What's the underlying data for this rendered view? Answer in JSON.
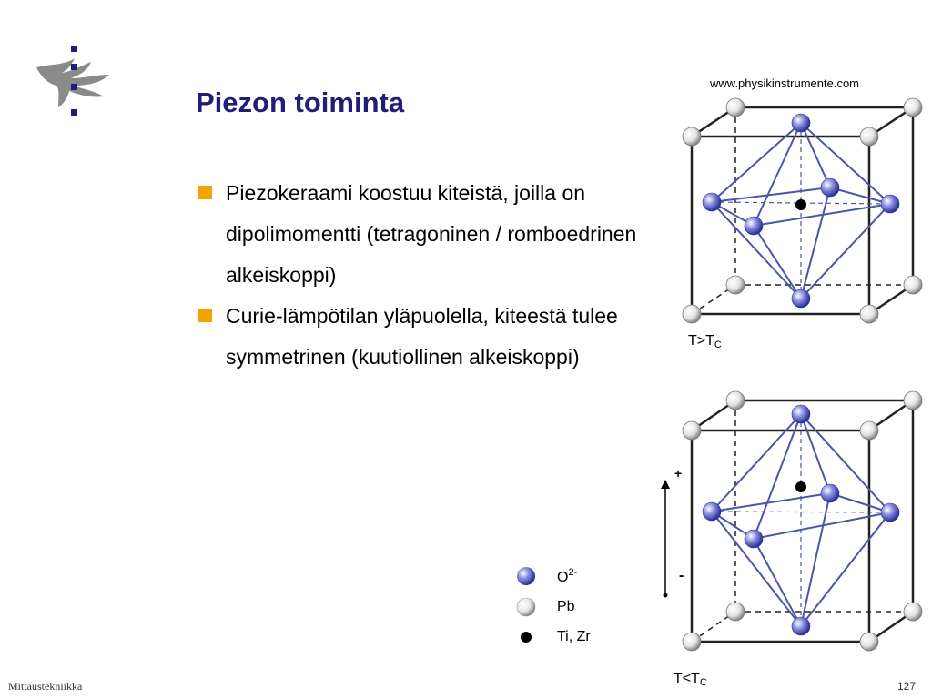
{
  "slide": {
    "title": "Piezon toiminta",
    "bullets": [
      {
        "text": "Piezokeraami koostuu kiteistä, joilla on dipolimomentti (tetragoninen / romboedrinen alkeiskoppi)"
      },
      {
        "text": "Curie-lämpötilan yläpuolella, kiteestä tulee symmetrinen (kuutiollinen alkeiskoppi)"
      }
    ],
    "bullet_color": "#f5a200",
    "title_color": "#1f1f7a"
  },
  "figure": {
    "source": "www.physikinstrumente.com",
    "top_label": {
      "main": "T>T",
      "sub": "C"
    },
    "bottom_label": {
      "main": "T<T",
      "sub": "C"
    },
    "plus_sign": "+",
    "minus_sign": "-"
  },
  "legend": {
    "items": [
      {
        "label": "O",
        "sup": "2-",
        "icon": "blue-sphere-icon"
      },
      {
        "label": "Pb",
        "sup": "",
        "icon": "white-sphere-icon"
      },
      {
        "label": "Ti, Zr",
        "sup": "",
        "icon": "black-dot-icon"
      }
    ]
  },
  "footer": {
    "left": "Mittaustekniikka",
    "page": "127"
  }
}
